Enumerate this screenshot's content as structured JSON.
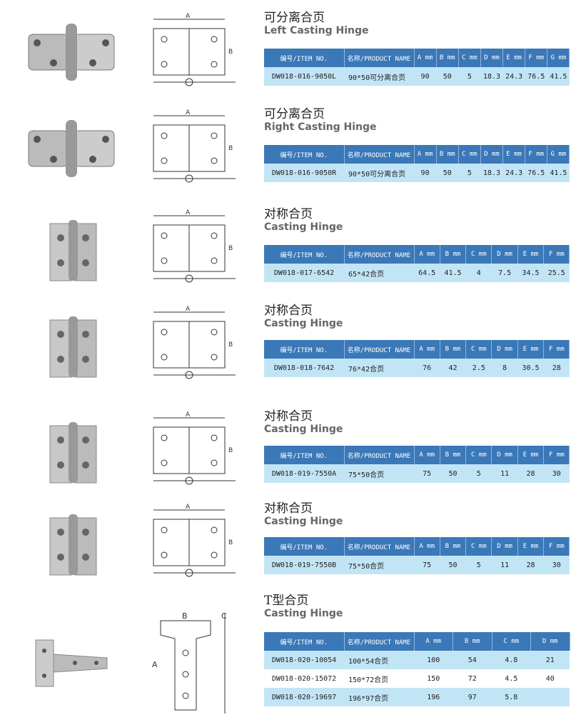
{
  "sections": [
    {
      "title_cn": "可分离合页",
      "title_en": "Left Casting Hinge",
      "headers": [
        "编号/ITEM NO.",
        "名称/PRODUCT NAME",
        "A mm",
        "B mm",
        "C mm",
        "D mm",
        "E mm",
        "F mm",
        "G mm"
      ],
      "rows": [
        [
          "DW018-016-9050L",
          "90*50可分离合页",
          "90",
          "50",
          "5",
          "18.3",
          "24.3",
          "76.5",
          "41.5"
        ]
      ]
    },
    {
      "title_cn": "可分离合页",
      "title_en": "Right Casting Hinge",
      "headers": [
        "编号/ITEM NO.",
        "名称/PRODUCT NAME",
        "A mm",
        "B mm",
        "C mm",
        "D mm",
        "E mm",
        "F mm",
        "G mm"
      ],
      "rows": [
        [
          "DW018-016-9050R",
          "90*50可分离合页",
          "90",
          "50",
          "5",
          "18.3",
          "24.3",
          "76.5",
          "41.5"
        ]
      ]
    },
    {
      "title_cn": "对称合页",
      "title_en": "Casting Hinge",
      "headers": [
        "编号/ITEM NO.",
        "名称/PRODUCT NAME",
        "A mm",
        "B mm",
        "C mm",
        "D mm",
        "E mm",
        "F mm"
      ],
      "rows": [
        [
          "DW018-017-6542",
          "65*42合页",
          "64.5",
          "41.5",
          "4",
          "7.5",
          "34.5",
          "25.5"
        ]
      ]
    },
    {
      "title_cn": "对称合页",
      "title_en": "Casting Hinge",
      "headers": [
        "编号/ITEM NO.",
        "名称/PRODUCT NAME",
        "A mm",
        "B mm",
        "C mm",
        "D mm",
        "E mm",
        "F mm"
      ],
      "rows": [
        [
          "DW018-018-7642",
          "76*42合页",
          "76",
          "42",
          "2.5",
          "8",
          "30.5",
          "28"
        ]
      ]
    },
    {
      "title_cn": "对称合页",
      "title_en": "Casting Hinge",
      "headers": [
        "编号/ITEM NO.",
        "名称/PRODUCT NAME",
        "A mm",
        "B mm",
        "C mm",
        "D mm",
        "E mm",
        "F mm"
      ],
      "rows": [
        [
          "DW018-019-7550A",
          "75*50合页",
          "75",
          "50",
          "5",
          "11",
          "28",
          "30"
        ]
      ]
    },
    {
      "title_cn": "对称合页",
      "title_en": "Casting Hinge",
      "headers": [
        "编号/ITEM NO.",
        "名称/PRODUCT NAME",
        "A mm",
        "B mm",
        "C mm",
        "D mm",
        "E mm",
        "F mm"
      ],
      "rows": [
        [
          "DW018-019-7550B",
          "75*50合页",
          "75",
          "50",
          "5",
          "11",
          "28",
          "30"
        ]
      ]
    },
    {
      "title_cn": "T型合页",
      "title_en": "Casting Hinge",
      "headers": [
        "编号/ITEM NO.",
        "名称/PRODUCT NAME",
        "A mm",
        "B mm",
        "C mm",
        "D mm"
      ],
      "rows": [
        [
          "DW018-020-10054",
          "100*54合页",
          "100",
          "54",
          "4.8",
          "21"
        ],
        [
          "DW018-020-15072",
          "150*72合页",
          "150",
          "72",
          "4.5",
          "40"
        ],
        [
          "DW018-020-19697",
          "196*97合页",
          "196",
          "97",
          "5.8",
          ""
        ]
      ]
    }
  ]
}
